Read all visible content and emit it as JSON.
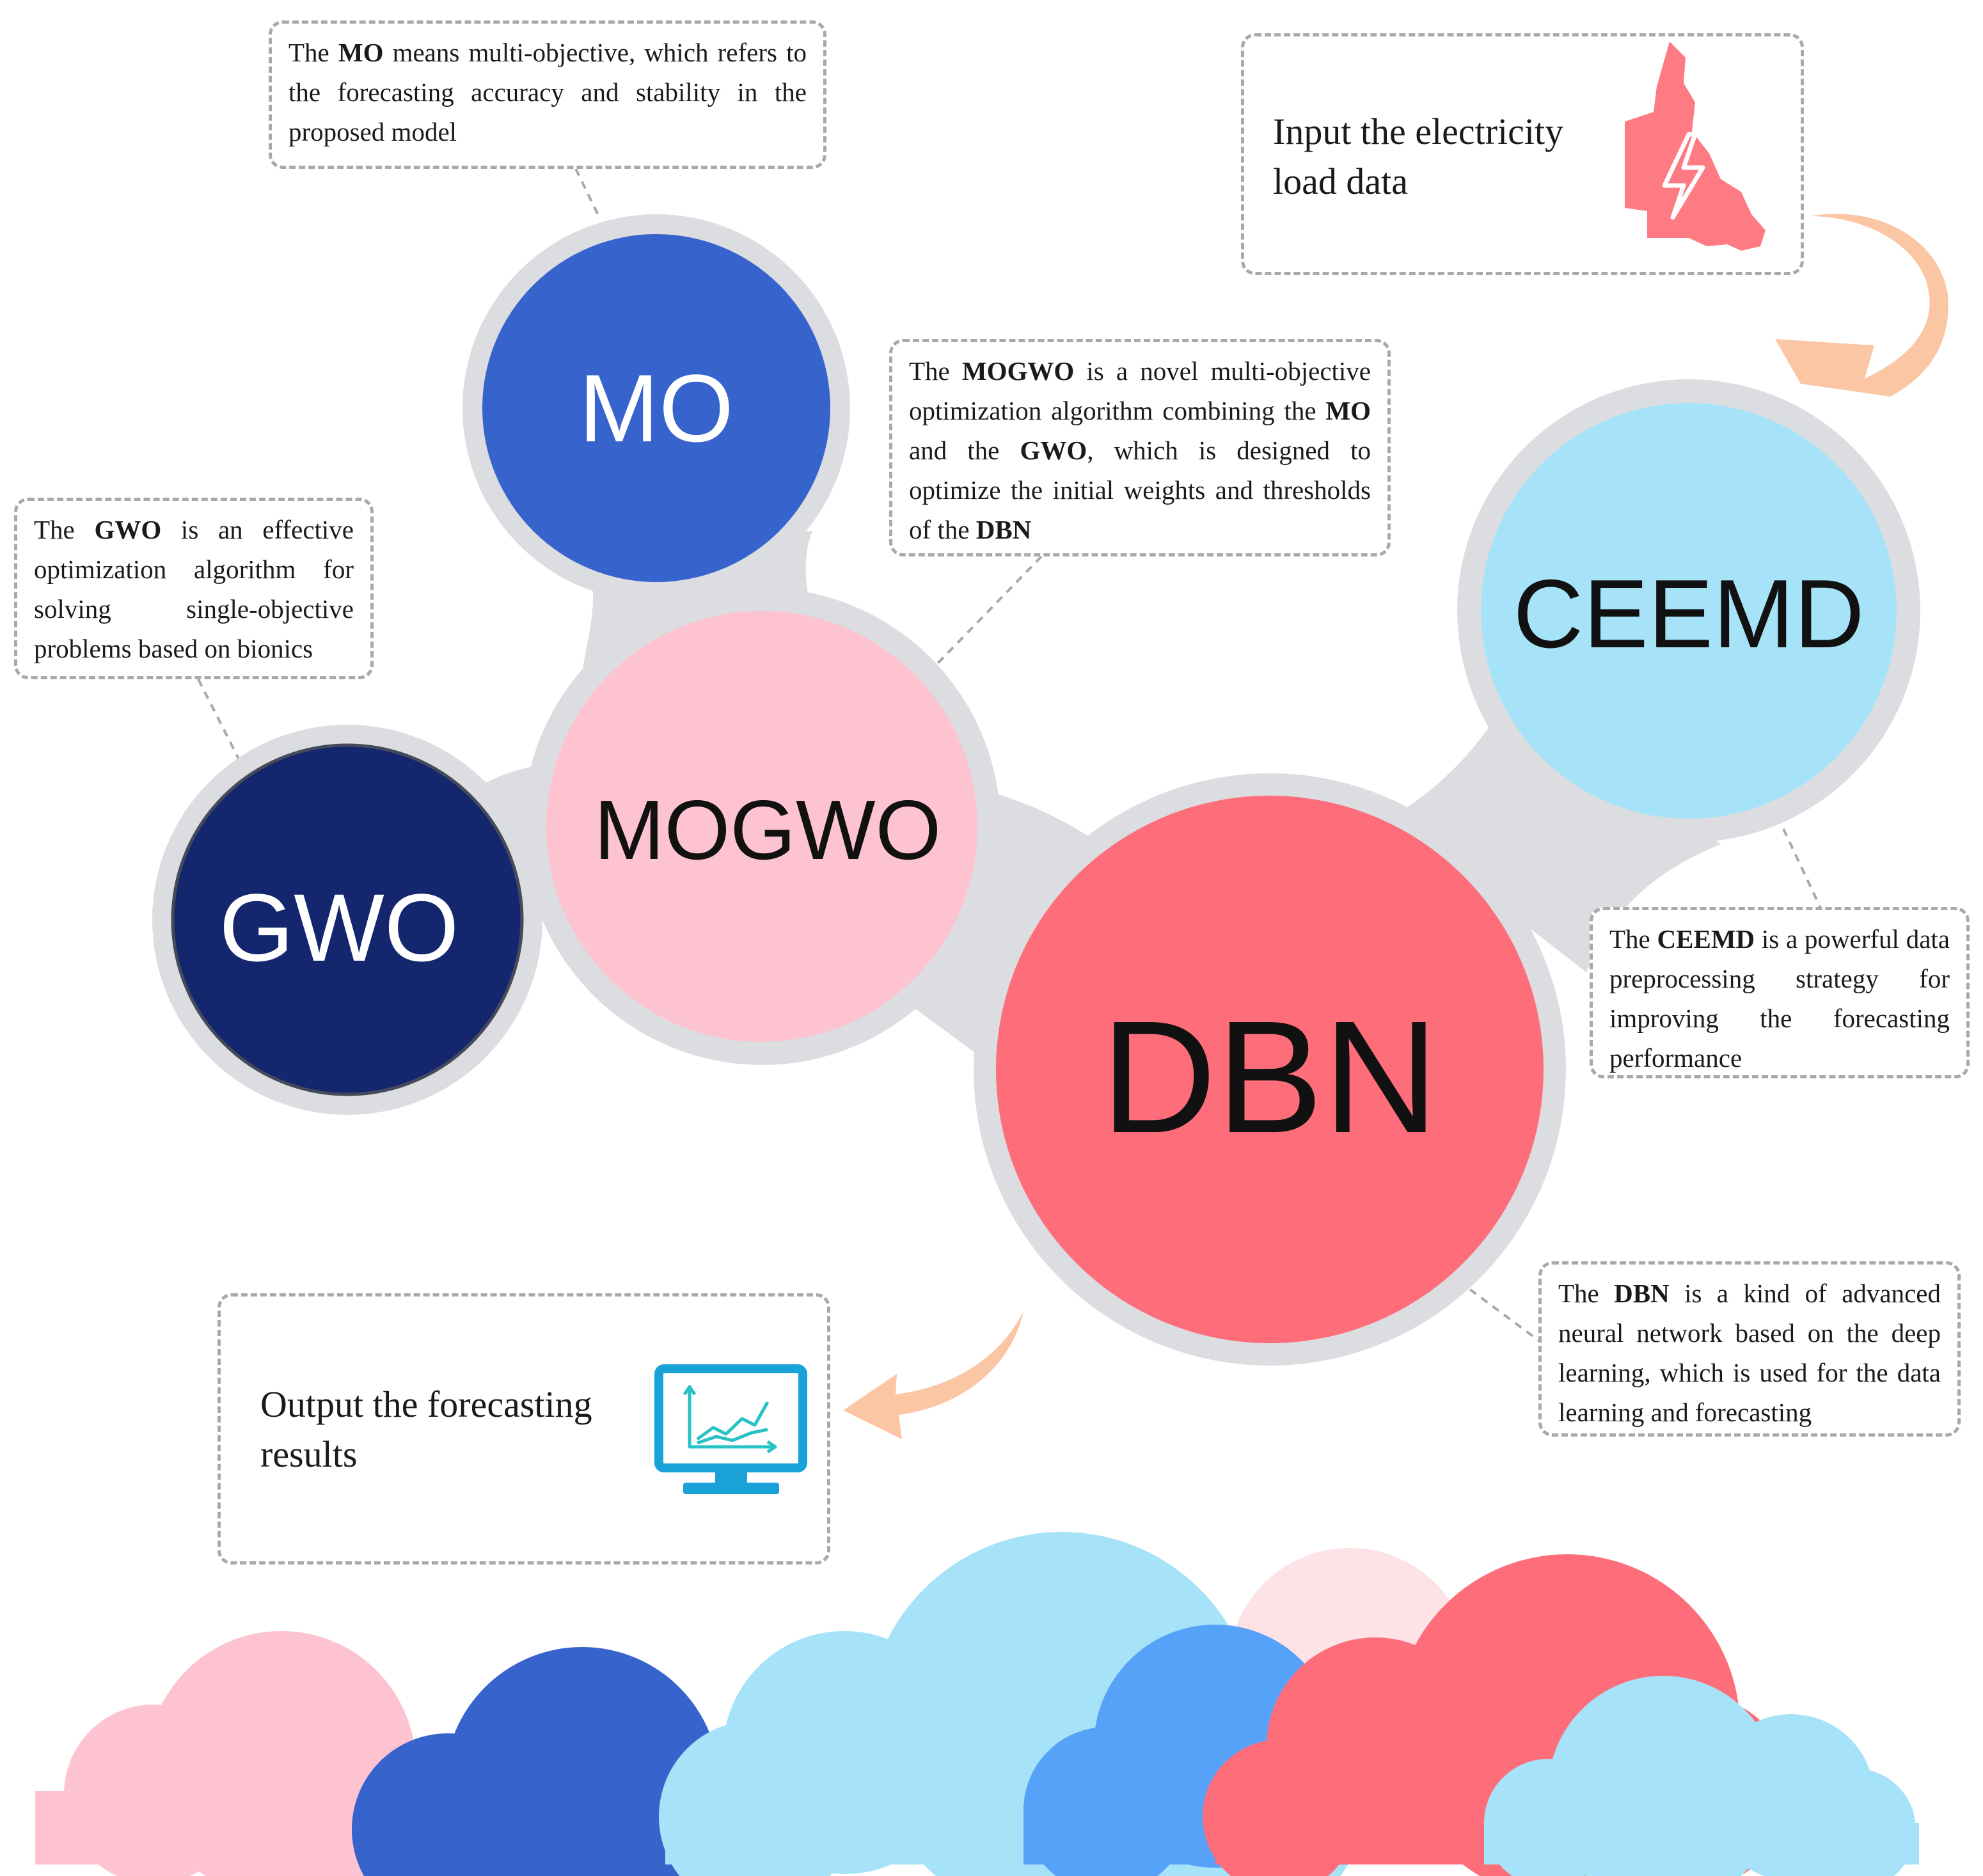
{
  "nodes": {
    "mo": {
      "label": "MO",
      "color": "#3763cd"
    },
    "gwo": {
      "label": "GWO",
      "color": "#13266e"
    },
    "mogwo": {
      "label": "MOGWO",
      "color": "#fdc3d0"
    },
    "ceemd": {
      "label": "CEEMD",
      "color": "#a7e3f8"
    },
    "dbn": {
      "label": "DBN",
      "color": "#fe6d7a"
    }
  },
  "notes": {
    "mo": {
      "p1": "The ",
      "b1": "MO",
      "p2": " means multi-objective, which refers to the forecasting accuracy and stability in the proposed model"
    },
    "gwo": {
      "p1": "The ",
      "b1": "GWO",
      "p2": " is an effective optimization algorithm for solving single-objective problems based on bionics"
    },
    "mogwo": {
      "p1": "The ",
      "b1": "MOGWO",
      "p2": " is a novel multi-objective optimization algorithm combining the ",
      "b2": "MO",
      "p3": " and the ",
      "b3": "GWO",
      "p4": ", which is designed to optimize the initial weights and thresholds of the ",
      "b4": "DBN"
    },
    "ceemd": {
      "p1": "The ",
      "b1": "CEEMD",
      "p2": " is a powerful data preprocessing strategy for improving the forecasting performance"
    },
    "dbn": {
      "p1": "The ",
      "b1": "DBN",
      "p2": " is a kind of advanced neural network based on the deep learning, which is used for the data learning and forecasting"
    }
  },
  "input": {
    "line1": "Input the electricity",
    "line2": "load data"
  },
  "output": {
    "line1": "Output the forecasting",
    "line2": "results"
  },
  "colors": {
    "halo": "#dcdde1",
    "arrow": "#fbc6a4",
    "map": "#fe7b84",
    "monitor": "#19a2d8",
    "chart_line": "#27c2c4",
    "cloud_pink": "#fdc3d0",
    "cloud_navy": "#3763cd",
    "cloud_sky": "#a7e3f8",
    "cloud_blue": "#56a2f8",
    "cloud_red": "#fe6d7a",
    "cloud_pale": "#fde2e6"
  }
}
